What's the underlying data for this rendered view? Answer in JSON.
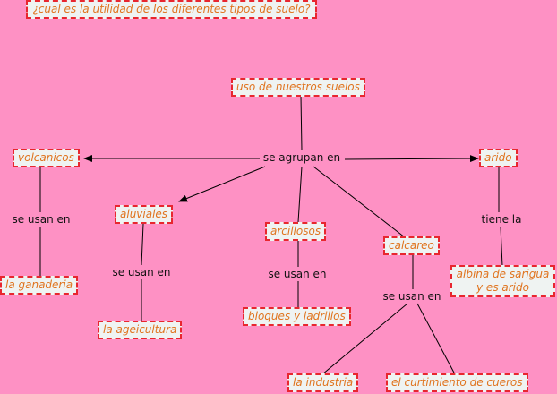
{
  "question": "¿cual es la utilidad de los diferentes tipos de suelo?",
  "nodes": {
    "root": "uso de nuestros suelos",
    "volcanicos": "volcanicos",
    "arido": "arido",
    "aluviales": "aluviales",
    "arcillosos": "arcillosos",
    "calcareo": "calcareo",
    "ganaderia": "la ganaderia",
    "albina": "albina de sarigua y es arido",
    "ageicultura": "la ageicultura",
    "bloques": "bloques y ladrillos",
    "industria": "la industria",
    "curtimiento": "el curtimiento de cueros"
  },
  "links": {
    "agrupan": "se agrupan en",
    "usan1": "se usan en",
    "usan2": "se usan en",
    "usan3": "se usan en",
    "tiene": "tiene la",
    "usan4": "se usan en"
  },
  "colors": {
    "background": "#fe91c4",
    "node_text": "#e0741f",
    "node_border": "#e8262f"
  }
}
